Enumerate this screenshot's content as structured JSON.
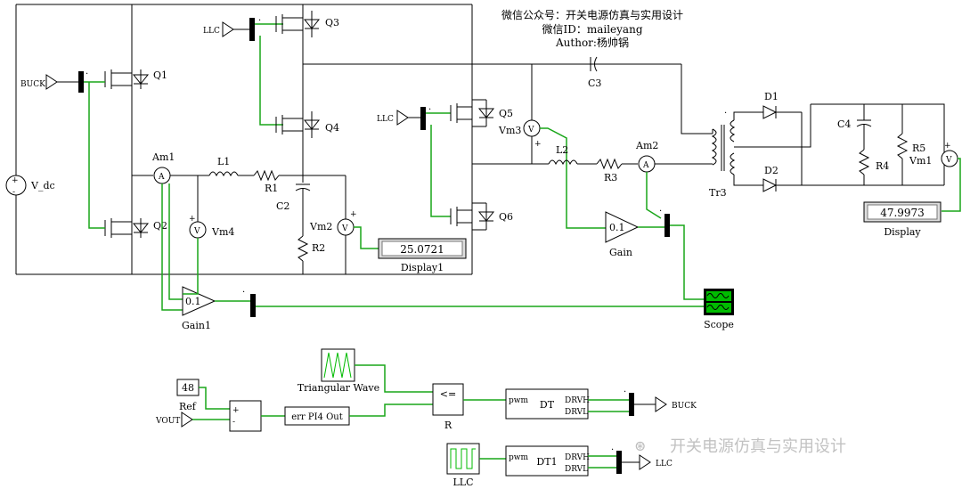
{
  "header": {
    "line1": "微信公众号：开关电源仿真与实用设计",
    "line2": "微信ID：maileyang",
    "line3": "Author:杨帅锅"
  },
  "watermark": "开关电源仿真与实用设计",
  "labels": {
    "vdc": "V_dc",
    "buck_in": "BUCK",
    "llc_in_top": "LLC",
    "llc_in_mid": "LLC",
    "q1": "Q1",
    "q2": "Q2",
    "q3": "Q3",
    "q4": "Q4",
    "q5": "Q5",
    "q6": "Q6",
    "l1": "L1",
    "r1": "R1",
    "c2": "C2",
    "r2": "R2",
    "am1": "Am1",
    "vm4": "Vm4",
    "vm2": "Vm2",
    "vm3": "Vm3",
    "l2": "L2",
    "r3": "R3",
    "am2": "Am2",
    "c3": "C3",
    "tr3": "Tr3",
    "d1": "D1",
    "d2": "D2",
    "c4": "C4",
    "r4": "R4",
    "r5": "R5",
    "vm1": "Vm1",
    "gain": "Gain",
    "gain_value": "0.1",
    "gain1": "Gain1",
    "gain1_value": "0.1",
    "scope": "Scope",
    "display": "Display",
    "display_value": "47.9973",
    "display1": "Display1",
    "display1_value": "25.0721",
    "ref": "Ref",
    "ref_value": "48",
    "vout": "VOUT",
    "tri": "Triangular Wave",
    "pi": "err PI4 Out",
    "cmp": "<=",
    "r_block": "R",
    "dt": "DT",
    "dt1": "DT1",
    "pwm": "pwm",
    "drvh": "DRVH",
    "drvl": "DRVL",
    "buck_out": "BUCK",
    "llc_out": "LLC",
    "llc_src": "LLC",
    "plus": "+",
    "minus": "-"
  }
}
